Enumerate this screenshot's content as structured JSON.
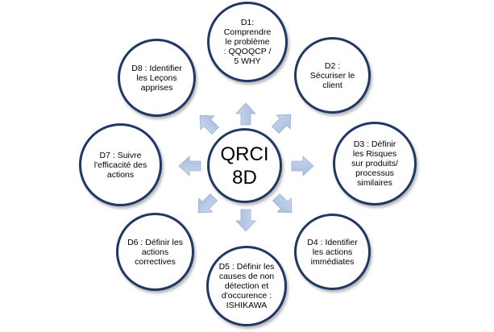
{
  "diagram": {
    "center": {
      "label": "QRCI\n8D"
    },
    "nodes": [
      {
        "id": "d1",
        "label": "D1:\nComprendre\nle problème\n: QQOQCP /\n5 WHY"
      },
      {
        "id": "d2",
        "label": "D2 :\nSécuriser le\nclient"
      },
      {
        "id": "d3",
        "label": "D3 : Définir\nles Risques\nsur produits/\nprocessus\nsimilaires"
      },
      {
        "id": "d4",
        "label": "D4 : Identifier\nles actions\nimmédiates"
      },
      {
        "id": "d5",
        "label": "D5 : Définir les\ncauses de non\ndétection et\nd'occurence :\nISHIKAWA"
      },
      {
        "id": "d6",
        "label": "D6 : Définir les\nactions\ncorrectives"
      },
      {
        "id": "d7",
        "label": "D7 : Suivre\nl'efficacité des\nactions"
      },
      {
        "id": "d8",
        "label": "D8 : Identifier\nles Leçons\napprises"
      }
    ],
    "colors": {
      "circle_border": "#1f3864",
      "arrow_fill": "#b7c7e2",
      "arrow_stroke": "#9bb2d6"
    }
  }
}
